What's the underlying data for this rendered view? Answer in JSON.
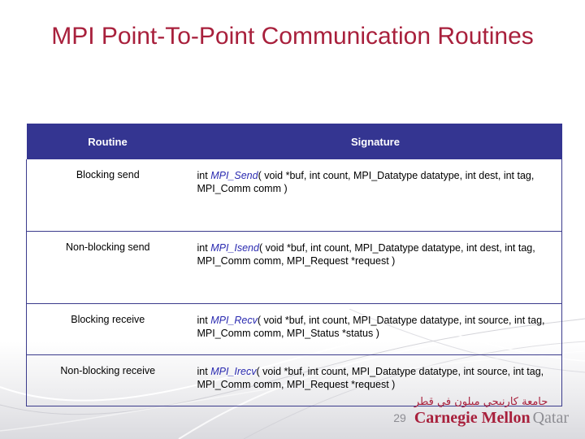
{
  "slide": {
    "title": "MPI Point-To-Point Communication Routines",
    "title_color": "#A8203C",
    "background_color": "#FFFFFF",
    "page_number": "29"
  },
  "table": {
    "header_bg": "#343591",
    "header_text_color": "#FFFFFF",
    "border_color": "#3B3B8C",
    "fn_color": "#2A2AB0",
    "columns": [
      {
        "key": "routine",
        "label": "Routine"
      },
      {
        "key": "signature",
        "label": "Signature"
      }
    ],
    "rows": [
      {
        "routine": "Blocking send",
        "sig_pre": "int ",
        "sig_fn": "MPI_Send",
        "sig_post": "( void *buf, int count, MPI_Datatype datatype, int dest, int tag, MPI_Comm comm )"
      },
      {
        "routine": "Non-blocking send",
        "sig_pre": "int ",
        "sig_fn": "MPI_Isend",
        "sig_post": "( void *buf, int count, MPI_Datatype datatype, int dest, int tag, MPI_Comm comm, MPI_Request *request )"
      },
      {
        "routine": "Blocking receive",
        "sig_pre": "int ",
        "sig_fn": "MPI_Recv",
        "sig_post": "( void *buf, int count, MPI_Datatype datatype, int source, int tag, MPI_Comm comm, MPI_Status *status )"
      },
      {
        "routine": "Non-blocking receive",
        "sig_pre": "int ",
        "sig_fn": "MPI_Irecv",
        "sig_post": "( void *buf, int count, MPI_Datatype datatype, int source, int tag, MPI_Comm comm, MPI_Request *request )"
      }
    ]
  },
  "logo": {
    "arabic": "جامعة كارنيجي ميلون في قطر",
    "name": "Carnegie Mellon",
    "campus": "Qatar",
    "name_color": "#A8203C",
    "campus_color": "#8D8D93"
  }
}
